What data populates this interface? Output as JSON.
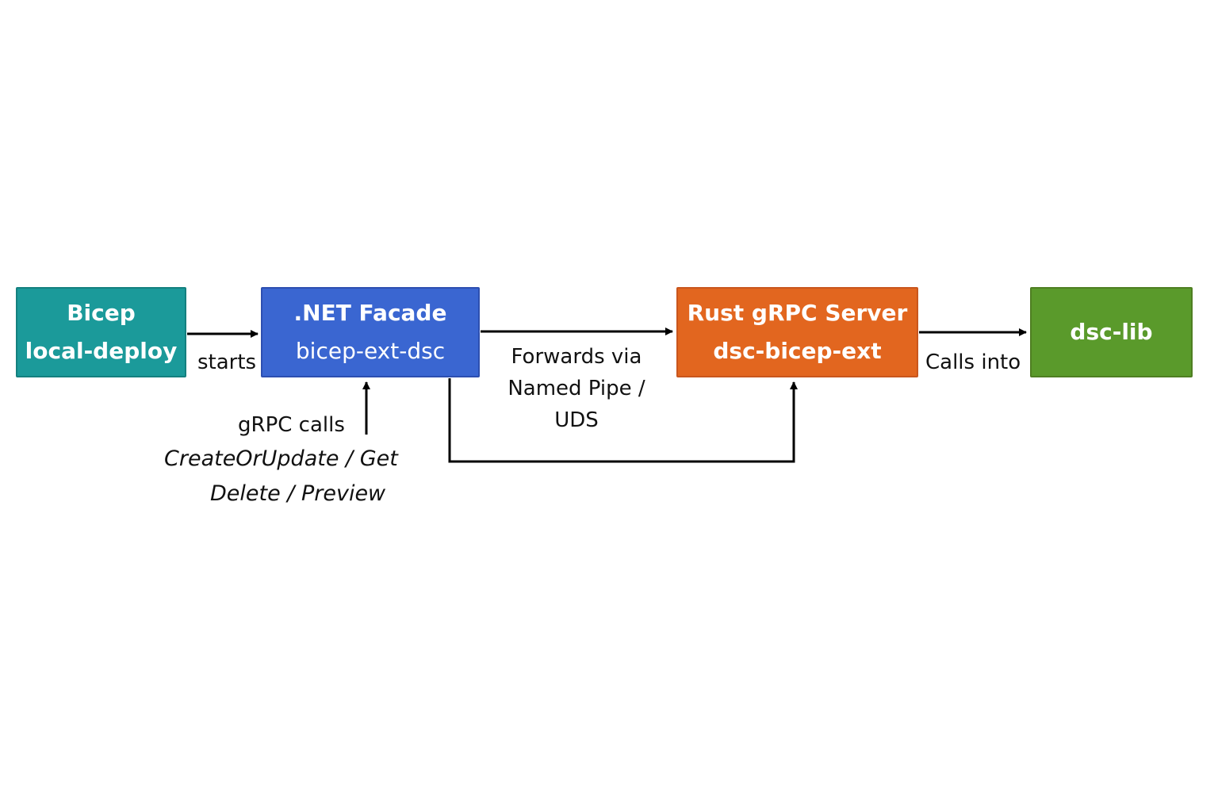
{
  "colors": {
    "bicep": "#1b9a9a",
    "facade": "#3a66d1",
    "rust": "#e2661f",
    "dsclib": "#5a9a2b",
    "arrow": "#000000"
  },
  "nodes": {
    "bicep": {
      "title": "Bicep",
      "subtitle": "local-deploy"
    },
    "facade": {
      "title": ".NET Facade",
      "subtitle": "bicep-ext-dsc"
    },
    "rust": {
      "title": "Rust gRPC Server",
      "subtitle": "dsc-bicep-ext"
    },
    "dsclib": {
      "title": "dsc-lib"
    }
  },
  "edges": {
    "starts": "starts",
    "forwards": {
      "line1": "Forwards via",
      "line2": "Named Pipe /",
      "line3": "UDS"
    },
    "calls_into": "Calls into",
    "grpc_calls": "gRPC calls",
    "operations": {
      "line1": "CreateOrUpdate / Get",
      "line2": "Delete / Preview"
    }
  }
}
